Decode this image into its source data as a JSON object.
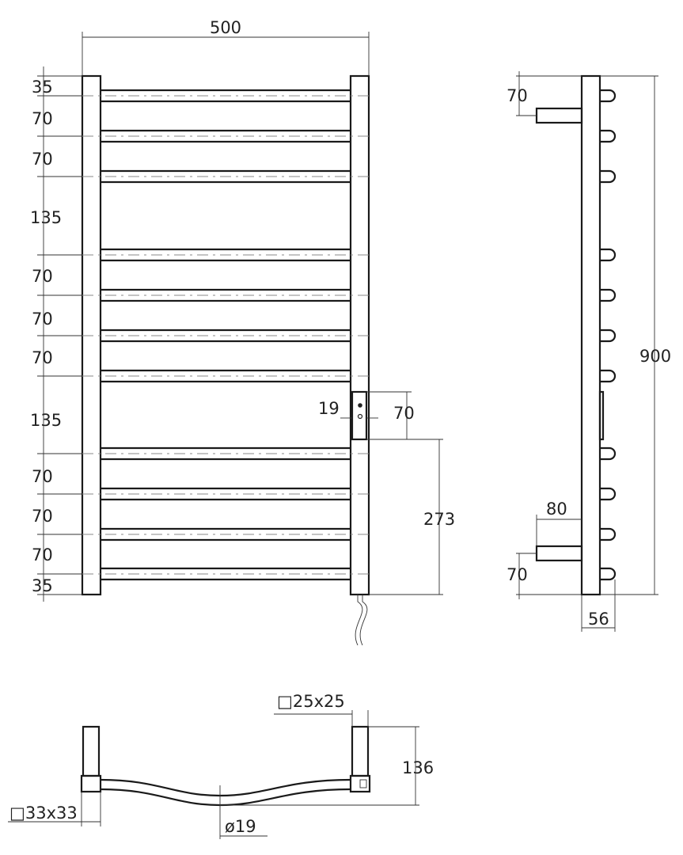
{
  "front_view": {
    "overall_width": "500",
    "rail_spacings": [
      "35",
      "70",
      "70",
      "135",
      "70",
      "70",
      "70",
      "135",
      "70",
      "70",
      "70",
      "35"
    ],
    "sensor_width": "19",
    "sensor_height": "70",
    "sensor_offset": "273"
  },
  "side_view": {
    "top_offset": "70",
    "overall_height": "900",
    "depth": "80",
    "bottom_offset": "70",
    "rail_depth": "56"
  },
  "top_view": {
    "rail_profile": "□25x25",
    "height": "136",
    "post_profile": "□33x33",
    "bar_diameter": "ø19"
  }
}
